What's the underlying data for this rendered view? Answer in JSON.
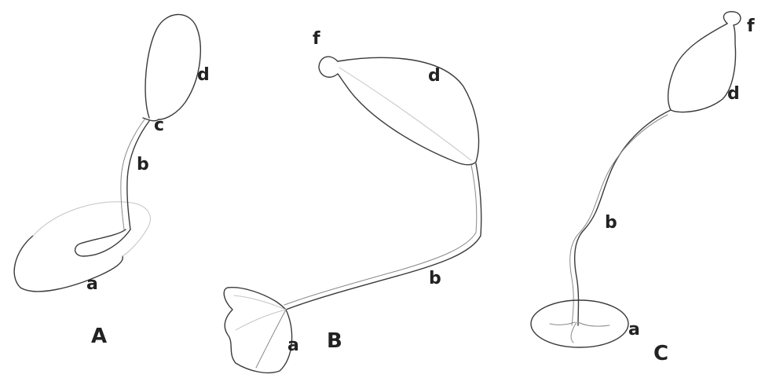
{
  "figure_A": {
    "caption": "A",
    "labels": {
      "a": "a",
      "b": "b",
      "c": "c",
      "d": "d"
    }
  },
  "figure_B": {
    "caption": "B",
    "labels": {
      "a": "a",
      "b": "b",
      "d": "d",
      "f": "f"
    }
  },
  "figure_C": {
    "caption": "C",
    "labels": {
      "a": "a",
      "b": "b",
      "d": "d",
      "f": "f"
    }
  },
  "colors": {
    "ink": "#3a3a3a",
    "background": "#ffffff"
  }
}
